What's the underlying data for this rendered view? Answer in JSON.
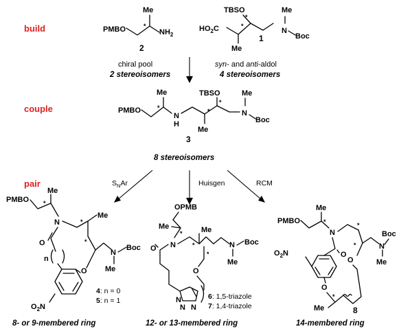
{
  "stages": {
    "build": "build",
    "couple": "couple",
    "pair": "pair"
  },
  "build": {
    "amine": {
      "pmbo": "PMBO",
      "me": "Me",
      "nh": "NH",
      "sub2": "2",
      "num": "2"
    },
    "acid": {
      "tbso": "TBSO",
      "me_top": "Me",
      "ho2c": "HO",
      "sub2": "2",
      "c": "C",
      "n": "N",
      "boc": "Boc",
      "me_bottom": "Me",
      "num": "1"
    },
    "left_note": "chiral pool",
    "left_count": "2 stereoisomers",
    "right_note_italic": "syn-",
    "right_note_and": " and ",
    "right_note_italic2": "anti-",
    "right_note_rest": "aldol",
    "right_count": "4 stereoisomers"
  },
  "couple": {
    "pmbo": "PMBO",
    "me": "Me",
    "nh": "N",
    "h": "H",
    "tbso": "TBSO",
    "me_mid": "Me",
    "me_n": "Me",
    "n": "N",
    "boc": "Boc",
    "num": "3",
    "count": "8 stereoisomers"
  },
  "pair": {
    "snar_s": "S",
    "snar_sub": "N",
    "snar_ar": "Ar",
    "huisgen": "Huisgen",
    "rcm": "RCM"
  },
  "product_small": {
    "pmbo": "PMBO",
    "me_top": "Me",
    "n": "N",
    "me_right": "Me",
    "o_amide": "O",
    "n_paren": "n",
    "o_ether": "O",
    "n_boc": "N",
    "boc": "Boc",
    "me_n": "Me",
    "o2n": "O",
    "o2n_sub": "2",
    "o2n_n": "N",
    "legend1_num": "4",
    "legend1": ": n = 0",
    "legend2_num": "5",
    "legend2": ": n = 1",
    "caption": "8- or 9-membered ring"
  },
  "product_mid": {
    "opmb": "OPMB",
    "me_left": "Me",
    "me_right": "Me",
    "o_amide": "O",
    "n": "N",
    "o_ether": "O",
    "n_boc": "N",
    "boc": "Boc",
    "me_n": "Me",
    "triazole_n1": "N",
    "triazole_n2": "N",
    "triazole_n3": "N",
    "legend1_num": "6",
    "legend1": ": 1,5-triazole",
    "legend2_num": "7",
    "legend2": ": 1,4-triazole",
    "caption": "12- or 13-membered ring"
  },
  "product_large": {
    "pmbo": "PMBO",
    "me_top": "Me",
    "n": "N",
    "o_amide": "O",
    "n_boc": "N",
    "boc": "Boc",
    "me_n": "Me",
    "o2n": "O",
    "o2n_sub": "2",
    "o2n_n": "N",
    "o_aryl": "O",
    "o_ether": "O",
    "me_bottom": "Me",
    "num": "8",
    "caption": "14-membered ring"
  },
  "stereo_mark": "*"
}
